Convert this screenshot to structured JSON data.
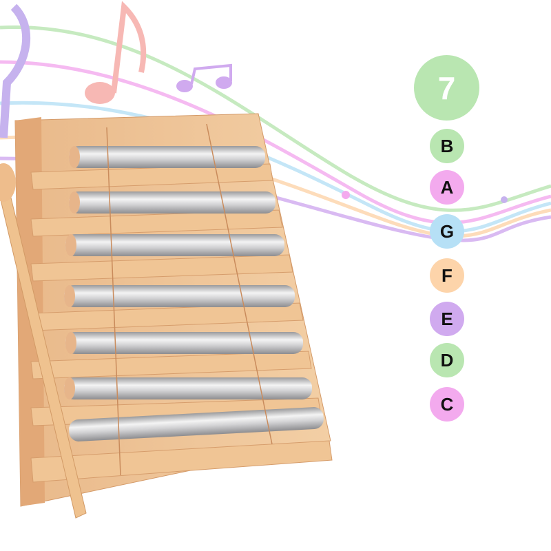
{
  "product": {
    "bar_count": "7",
    "bar_count_color": "#b9e6b1",
    "notes": [
      {
        "label": "B",
        "color": "#b9e6b1"
      },
      {
        "label": "A",
        "color": "#f3aaee"
      },
      {
        "label": "G",
        "color": "#b6e0f6"
      },
      {
        "label": "F",
        "color": "#fdd4aa"
      },
      {
        "label": "E",
        "color": "#d0aaef"
      },
      {
        "label": "D",
        "color": "#b9e6b1"
      },
      {
        "label": "C",
        "color": "#f3aaee"
      }
    ]
  }
}
